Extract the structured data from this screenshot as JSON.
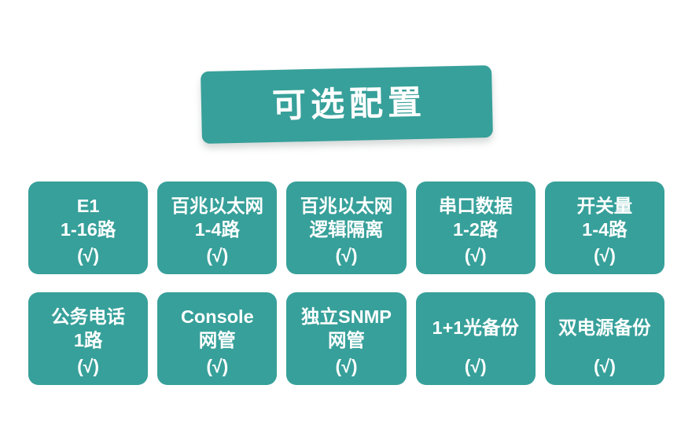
{
  "banner": {
    "title": "可选配置",
    "color": "#37a09a",
    "text_color": "#ffffff"
  },
  "theme": {
    "card_color": "#37a09a",
    "card_text_color": "#ffffff",
    "background": "#ffffff"
  },
  "check_mark": "(√)",
  "rows": [
    {
      "cards": [
        {
          "lines": [
            "E1",
            "1-16路"
          ],
          "mark": "(√)"
        },
        {
          "lines": [
            "百兆以太网",
            "1-4路"
          ],
          "mark": "(√)"
        },
        {
          "lines": [
            "百兆以太网",
            "逻辑隔离"
          ],
          "mark": "(√)"
        },
        {
          "lines": [
            "串口数据",
            "1-2路"
          ],
          "mark": "(√)"
        },
        {
          "lines": [
            "开关量",
            "1-4路"
          ],
          "mark": "(√)"
        }
      ]
    },
    {
      "cards": [
        {
          "lines": [
            "公务电话",
            "1路"
          ],
          "mark": "(√)"
        },
        {
          "lines": [
            "Console",
            "网管"
          ],
          "mark": "(√)"
        },
        {
          "lines": [
            "独立SNMP",
            "网管"
          ],
          "mark": "(√)"
        },
        {
          "lines": [
            "1+1光备份"
          ],
          "mark": "(√)"
        },
        {
          "lines": [
            "双电源备份"
          ],
          "mark": "(√)"
        }
      ]
    }
  ]
}
